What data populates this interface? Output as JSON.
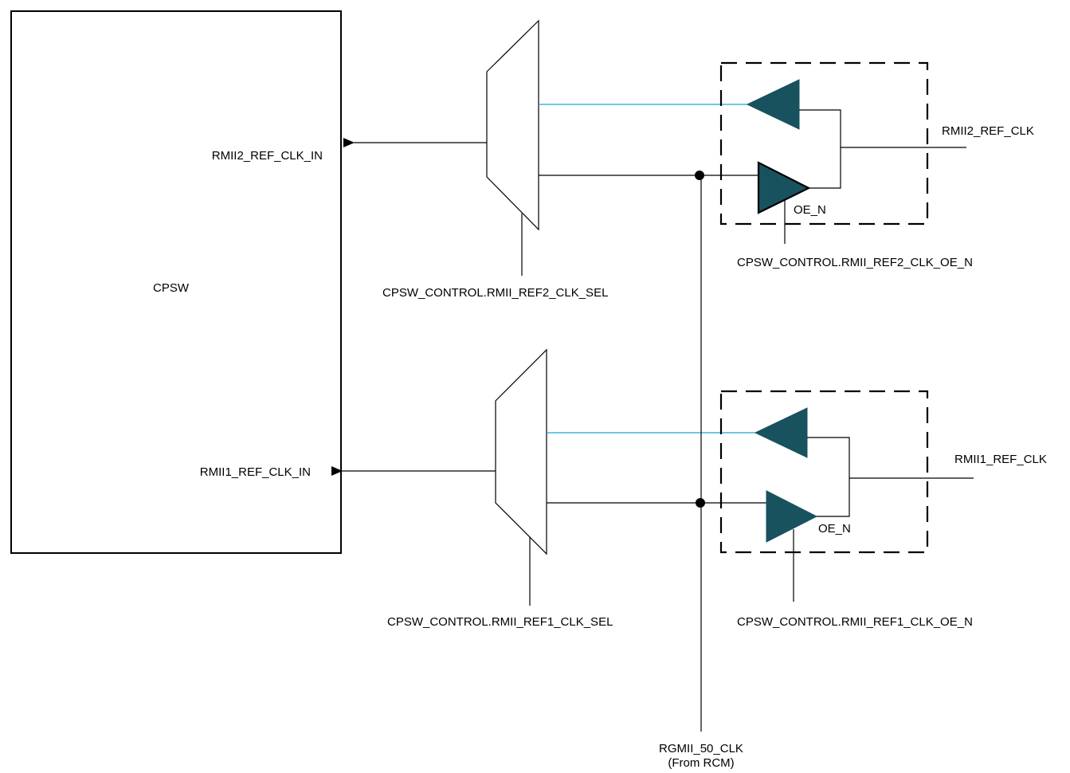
{
  "diagram": {
    "block": {
      "label": "CPSW"
    },
    "inputs": {
      "rmii2_in": "RMII2_REF_CLK_IN",
      "rmii1_in": "RMII1_REF_CLK_IN"
    },
    "pins": {
      "rmii2_pin": "RMII2_REF_CLK",
      "rmii1_pin": "RMII1_REF_CLK"
    },
    "selects": {
      "ref2_sel": "CPSW_CONTROL.RMII_REF2_CLK_SEL",
      "ref1_sel": "CPSW_CONTROL.RMII_REF1_CLK_SEL"
    },
    "output_enables": {
      "oe_label_top": "OE_N",
      "oe_label_bottom": "OE_N",
      "ref2_oe": "CPSW_CONTROL.RMII_REF2_CLK_OE_N",
      "ref1_oe": "CPSW_CONTROL.RMII_REF1_CLK_OE_N"
    },
    "clock_source": {
      "name": "RGMII_50_CLK",
      "note": "(From RCM)"
    },
    "colors": {
      "buffer_fill": "#18525e",
      "feedback_wire": "#1ba3d6",
      "line": "#000000"
    }
  }
}
